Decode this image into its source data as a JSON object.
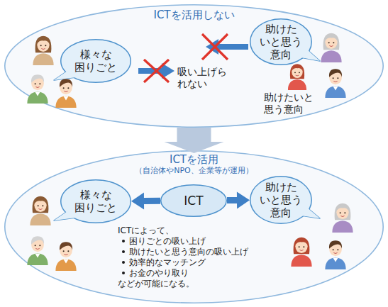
{
  "diagram": {
    "nodes": [
      {
        "text": [
          "ICTを活用しない"
        ]
      },
      {
        "text": [
          "様々な 困りごと"
        ],
        "in": 0
      },
      {
        "text": [
          "助けた いと思う 意向"
        ],
        "in": 0
      },
      {
        "text": [
          "ICTを活用",
          "（自治体やNPO、企業等が運用）"
        ]
      },
      {
        "text": [
          "様々な 困りごと"
        ],
        "in": 3
      },
      {
        "text": [
          "ICT"
        ],
        "in": 3
      },
      {
        "text": [
          "助けた いと思う 意向"
        ],
        "in": 3
      }
    ],
    "edges": [
      {
        "from": 0,
        "to": 3,
        "arrow": "to"
      },
      {
        "from": 5,
        "to": 4,
        "arrow": "to"
      },
      {
        "from": 5,
        "to": 6,
        "arrow": "to"
      }
    ],
    "labels": [
      "吸い上げら れない",
      "助けたいと 思う意向",
      "ICTによって、",
      "困りごとの吸い上げ",
      "助けたいと思う意向の吸い上げ",
      "効率的なマッチング",
      "お金のやり取り",
      "などが可能になる。"
    ]
  }
}
